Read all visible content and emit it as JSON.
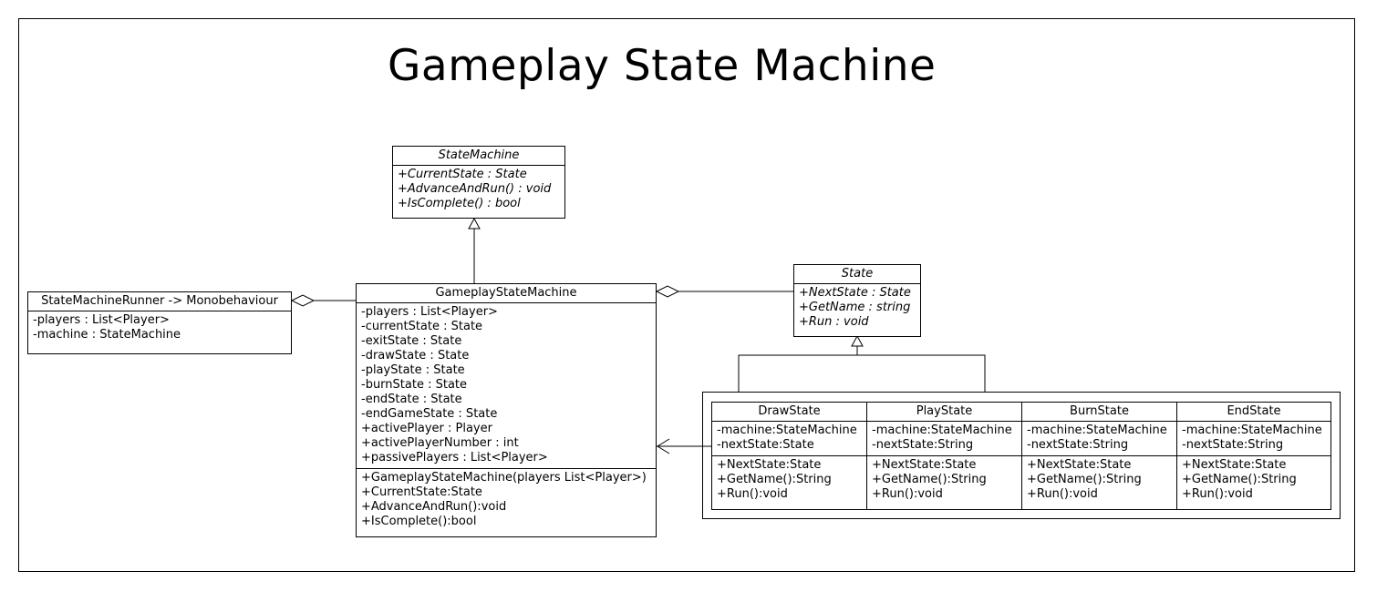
{
  "title": "Gameplay State Machine",
  "classes": {
    "state_machine": {
      "name": "StateMachine",
      "members": [
        "+CurrentState : State",
        "+AdvanceAndRun() : void",
        "+IsComplete() : bool"
      ]
    },
    "runner": {
      "name": "StateMachineRunner -> Monobehaviour",
      "attributes": [
        "-players : List<Player>",
        "-machine : StateMachine"
      ]
    },
    "gameplay_state_machine": {
      "name": "GameplayStateMachine",
      "attributes": [
        "-players : List<Player>",
        "-currentState : State",
        "-exitState : State",
        "-drawState : State",
        "-playState : State",
        "-burnState : State",
        "-endState : State",
        "-endGameState : State",
        "+activePlayer : Player",
        "+activePlayerNumber : int",
        "+passivePlayers : List<Player>"
      ],
      "methods": [
        "+GameplayStateMachine(players List<Player>)",
        "+CurrentState:State",
        "+AdvanceAndRun():void",
        "+IsComplete():bool"
      ]
    },
    "state": {
      "name": "State",
      "members": [
        "+NextState : State",
        "+GetName : string",
        "+Run : void"
      ]
    },
    "concrete_states": [
      {
        "name": "DrawState",
        "attributes": [
          "-machine:StateMachine",
          "-nextState:State"
        ],
        "methods": [
          "+NextState:State",
          "+GetName():String",
          "+Run():void"
        ]
      },
      {
        "name": "PlayState",
        "attributes": [
          "-machine:StateMachine",
          "-nextState:String"
        ],
        "methods": [
          "+NextState:State",
          "+GetName():String",
          "+Run():void"
        ]
      },
      {
        "name": "BurnState",
        "attributes": [
          "-machine:StateMachine",
          "-nextState:String"
        ],
        "methods": [
          "+NextState:State",
          "+GetName():String",
          "+Run():void"
        ]
      },
      {
        "name": "EndState",
        "attributes": [
          "-machine:StateMachine",
          "-nextState:String"
        ],
        "methods": [
          "+NextState:State",
          "+GetName():String",
          "+Run():void"
        ]
      }
    ]
  }
}
